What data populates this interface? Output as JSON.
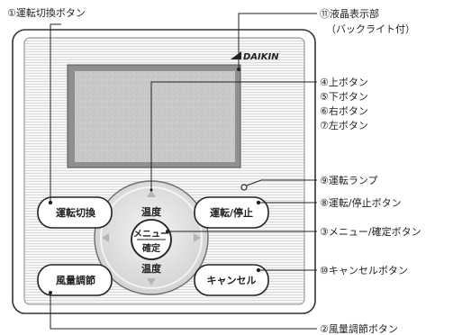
{
  "brand": "DAIKIN",
  "buttons": {
    "mode_change": "運転切換",
    "on_off": "運転/停止",
    "fan_speed": "風量調節",
    "cancel": "キャンセル",
    "temp_up": "温度",
    "temp_down": "温度",
    "menu": "メニュー",
    "confirm": "確定"
  },
  "callouts": {
    "c1": "①運転切換ボタン",
    "c11_line1": "⑪液晶表示部",
    "c11_line2": "（バックライト付）",
    "c4": "④上ボタン",
    "c5": "⑤下ボタン",
    "c6": "⑥右ボタン",
    "c7": "⑦左ボタン",
    "c9": "⑨運転ランプ",
    "c8": "⑧運転/停止ボタン",
    "c3": "③メニュー/確定ボタン",
    "c10": "⑩キャンセルボタン",
    "c2": "②風量調節ボタン"
  }
}
